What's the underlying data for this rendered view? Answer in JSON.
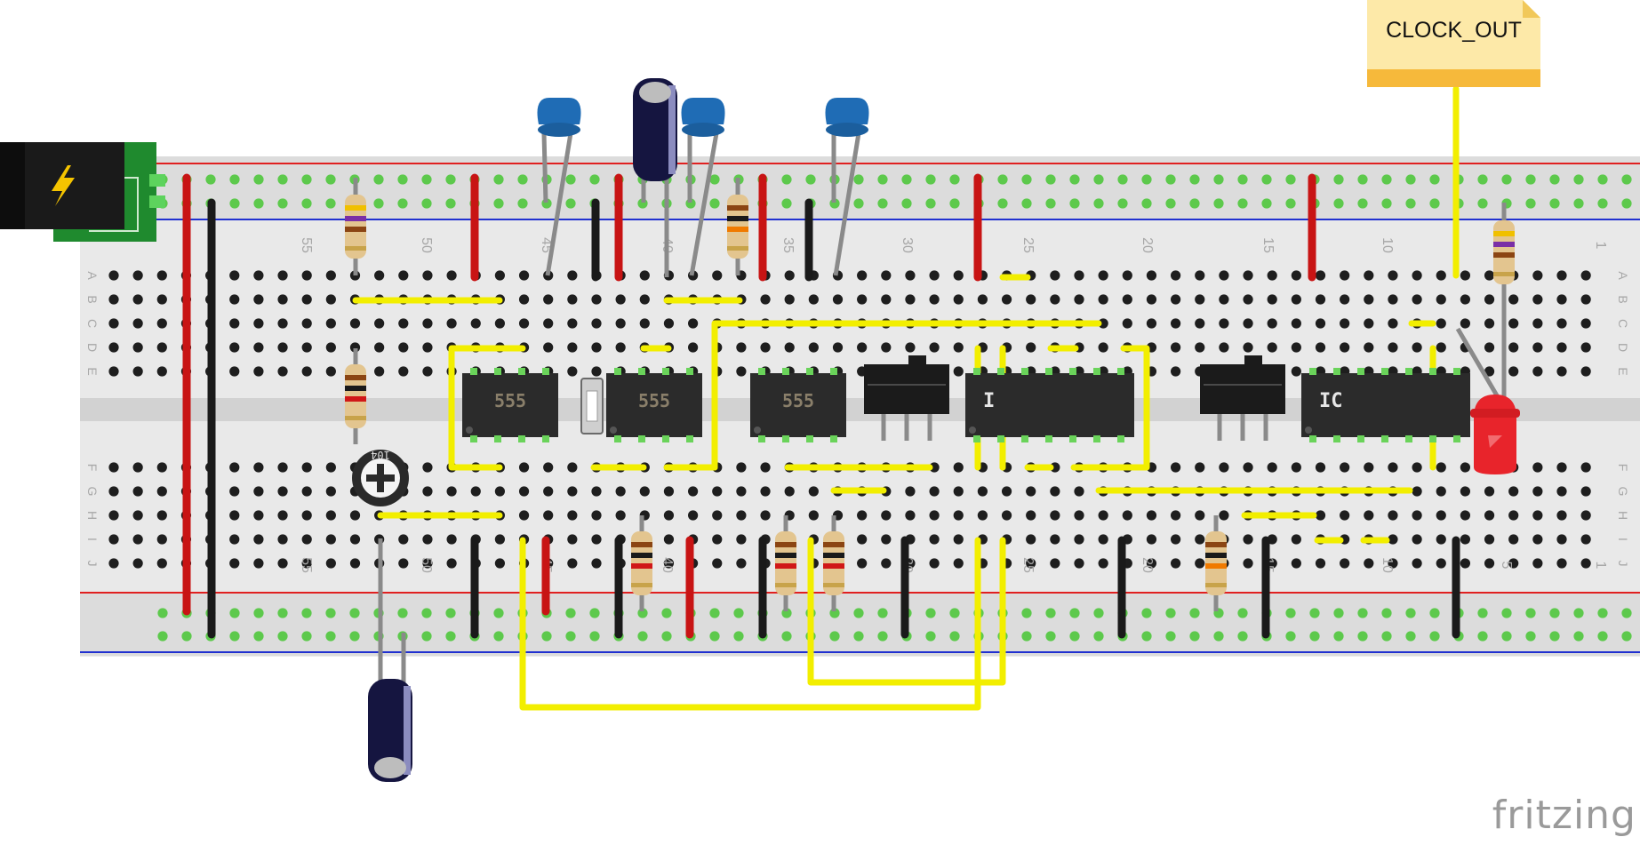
{
  "app": {
    "brand": "fritzing"
  },
  "note": {
    "label": "CLOCK_OUT"
  },
  "chips": [
    {
      "label": "555"
    },
    {
      "label": "555"
    },
    {
      "label": "555"
    },
    {
      "label": "I"
    },
    {
      "label": "IC"
    }
  ],
  "row_letters": [
    "A",
    "B",
    "C",
    "D",
    "E",
    "F",
    "G",
    "H",
    "I",
    "J"
  ],
  "column_numbers": [
    "55",
    "50",
    "45",
    "40",
    "35",
    "30",
    "25",
    "20",
    "15",
    "10",
    "5",
    "1"
  ],
  "colors": {
    "board": "#e8e8e8",
    "rail_red": "#e02020",
    "rail_blue": "#2030d0",
    "wire_yellow": "#f5f000",
    "wire_red": "#cc1111",
    "wire_black": "#222222",
    "ic_body": "#2b2b2b",
    "led_red": "#e8242b",
    "cap_blue": "#1f6cb5",
    "electrolytic": "#151540",
    "note_yellow": "#fde9a8"
  },
  "icons": [
    "power-jack-icon",
    "lightning-icon",
    "potentiometer-icon",
    "led-icon",
    "slide-switch-icon",
    "push-button-icon",
    "note-icon"
  ]
}
